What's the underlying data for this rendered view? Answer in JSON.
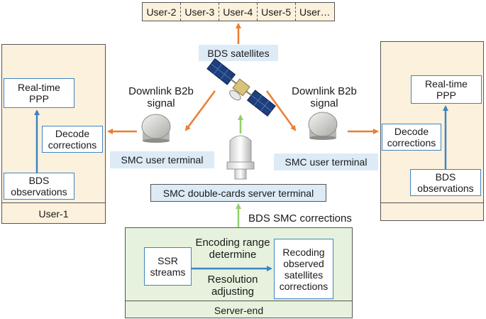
{
  "colors": {
    "panel_fill": "#fcf1dc",
    "server_fill": "#e6f2dd",
    "label_fill": "#ddebf7",
    "blue_line": "#3f84c3",
    "orange_arrow": "#ed7d31",
    "green_arrow": "#8fd16a"
  },
  "user_bar": [
    "User-2",
    "User-3",
    "User-4",
    "User-5",
    "User…"
  ],
  "satellite": {
    "label": "BDS satellites",
    "icon": "satellite-icon"
  },
  "left_panel": {
    "ppp": "Real-time\nPPP",
    "decode": "Decode\ncorrections",
    "obs": "BDS\nobservations",
    "footer": "User-1"
  },
  "right_panel": {
    "ppp": "Real-time\nPPP",
    "decode": "Decode\ncorrections",
    "obs": "BDS\nobservations"
  },
  "downlink_left": "Downlink B2b\nsignal",
  "downlink_right": "Downlink B2b\nsignal",
  "terminal_left": "SMC user terminal",
  "terminal_right": "SMC user terminal",
  "server_terminal": "SMC double-cards server terminal",
  "corrections_label": "BDS SMC corrections",
  "server": {
    "ssr": "SSR\nstreams",
    "encoding": "Encoding range\ndetermine",
    "resolution": "Resolution\nadjusting",
    "recoding": "Recoding\nobserved\nsatellites\ncorrections",
    "footer": "Server-end"
  }
}
